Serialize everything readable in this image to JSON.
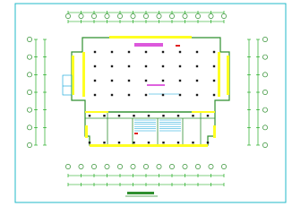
{
  "drawing": {
    "caption": "",
    "colors": {
      "background": "#ffffff",
      "frame": "#22b8c8",
      "wall": "#2f8f2f",
      "fill": "#ffff22",
      "column": "#1a1a1a",
      "dimension": "#00a000",
      "hatch": "#00a0d8",
      "magenta": "#d020d0",
      "red": "#e02020"
    },
    "axis_bubble_count_top": 13,
    "axis_bubble_count_bottom": 13,
    "axis_bubble_count_left": 7,
    "axis_bubble_count_right": 7
  }
}
